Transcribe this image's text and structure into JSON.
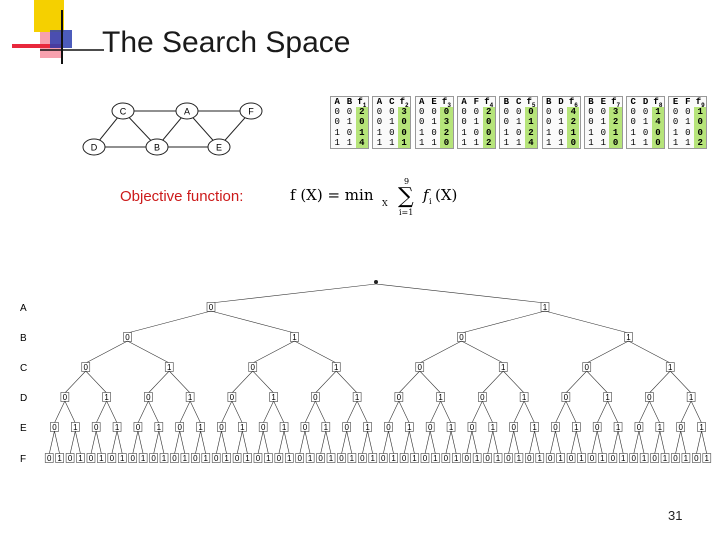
{
  "title": "The Search Space",
  "constraint_graph": {
    "nodes": [
      {
        "id": "C",
        "label": "C"
      },
      {
        "id": "A",
        "label": "A"
      },
      {
        "id": "F",
        "label": "F"
      },
      {
        "id": "D",
        "label": "D"
      },
      {
        "id": "B",
        "label": "B"
      },
      {
        "id": "E",
        "label": "E"
      }
    ],
    "edges": [
      [
        "C",
        "A"
      ],
      [
        "A",
        "F"
      ],
      [
        "C",
        "D"
      ],
      [
        "C",
        "B"
      ],
      [
        "A",
        "B"
      ],
      [
        "A",
        "E"
      ],
      [
        "F",
        "E"
      ],
      [
        "D",
        "B"
      ],
      [
        "B",
        "E"
      ]
    ]
  },
  "cost_tables": [
    {
      "vars": [
        "A",
        "B"
      ],
      "fname": "f",
      "idx": "1",
      "values": [
        "2",
        "0",
        "1",
        "4"
      ]
    },
    {
      "vars": [
        "A",
        "C"
      ],
      "fname": "f",
      "idx": "2",
      "values": [
        "3",
        "0",
        "0",
        "1"
      ]
    },
    {
      "vars": [
        "A",
        "E"
      ],
      "fname": "f",
      "idx": "3",
      "values": [
        "0",
        "3",
        "2",
        "0"
      ]
    },
    {
      "vars": [
        "A",
        "F"
      ],
      "fname": "f",
      "idx": "4",
      "values": [
        "2",
        "0",
        "0",
        "2"
      ]
    },
    {
      "vars": [
        "B",
        "C"
      ],
      "fname": "f",
      "idx": "5",
      "values": [
        "0",
        "1",
        "2",
        "4"
      ]
    },
    {
      "vars": [
        "B",
        "D"
      ],
      "fname": "f",
      "idx": "6",
      "values": [
        "4",
        "2",
        "1",
        "0"
      ]
    },
    {
      "vars": [
        "B",
        "E"
      ],
      "fname": "f",
      "idx": "7",
      "values": [
        "3",
        "2",
        "1",
        "0"
      ]
    },
    {
      "vars": [
        "C",
        "D"
      ],
      "fname": "f",
      "idx": "8",
      "values": [
        "1",
        "4",
        "0",
        "0"
      ]
    },
    {
      "vars": [
        "E",
        "F"
      ],
      "fname": "f",
      "idx": "9",
      "values": [
        "1",
        "0",
        "0",
        "2"
      ]
    }
  ],
  "table_rows": [
    [
      "0",
      "0"
    ],
    [
      "0",
      "1"
    ],
    [
      "1",
      "0"
    ],
    [
      "1",
      "1"
    ]
  ],
  "objective_label": "Objective function:",
  "formula": {
    "lhs": "f (X) = min",
    "sub": "X",
    "sum_top": "9",
    "sum_bottom": "i=1",
    "term": "f",
    "term_sub": "i",
    "term_arg": "(X)"
  },
  "tree": {
    "levels": [
      "A",
      "B",
      "C",
      "D",
      "E",
      "F"
    ],
    "values": [
      "0",
      "1"
    ]
  },
  "page_number": "31",
  "colors": {
    "accent_red": "#cc1a1a",
    "cell_green": "#b6e47a",
    "logo_yellow": "#f5d000",
    "logo_blue": "#2d3fb0",
    "logo_red": "#e8283c"
  }
}
